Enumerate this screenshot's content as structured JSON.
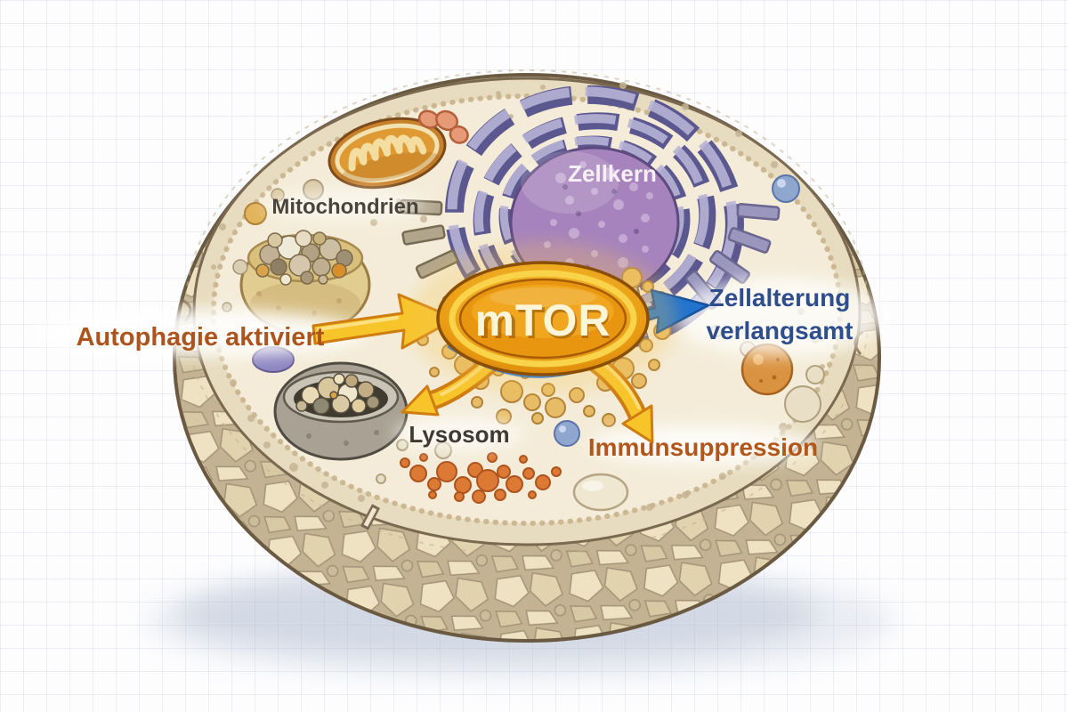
{
  "diagram": {
    "type": "cell-biology-illustration",
    "background": "graph-paper",
    "labels": {
      "mitochondria": "Mitochondrien",
      "nucleus": "Zellkern",
      "autophagy": "Autophagie aktiviert",
      "hub": "mTOR",
      "aging": {
        "line1": "Zellalterung",
        "line2": "verlangsamt"
      },
      "lysosome": "Lysosom",
      "immunosuppression": "Immunsuppression"
    },
    "colors": {
      "autophagy_label": "#ad531c",
      "aging_label": "#2e4d8d",
      "immunosuppression_label": "#b2571c",
      "lysosome_label": "#3e3a33",
      "mitochondria_label": "#49443c",
      "nucleus_label": "#f6f0f5",
      "mtor_text": "#fdf5d8",
      "mtor_badge": "#e8950f",
      "mtor_rim": "#8a4e04",
      "arrow_yellow": "#f7c52a",
      "arrow_yellow_outline": "#cf7c10",
      "arrow_blue": "#2173cf",
      "nucleus_fill": "#a683bd",
      "envelope_ring": "#5b5890",
      "cell_outline": "#6b5a42",
      "cytoplasm": "#f4ecd8"
    }
  }
}
